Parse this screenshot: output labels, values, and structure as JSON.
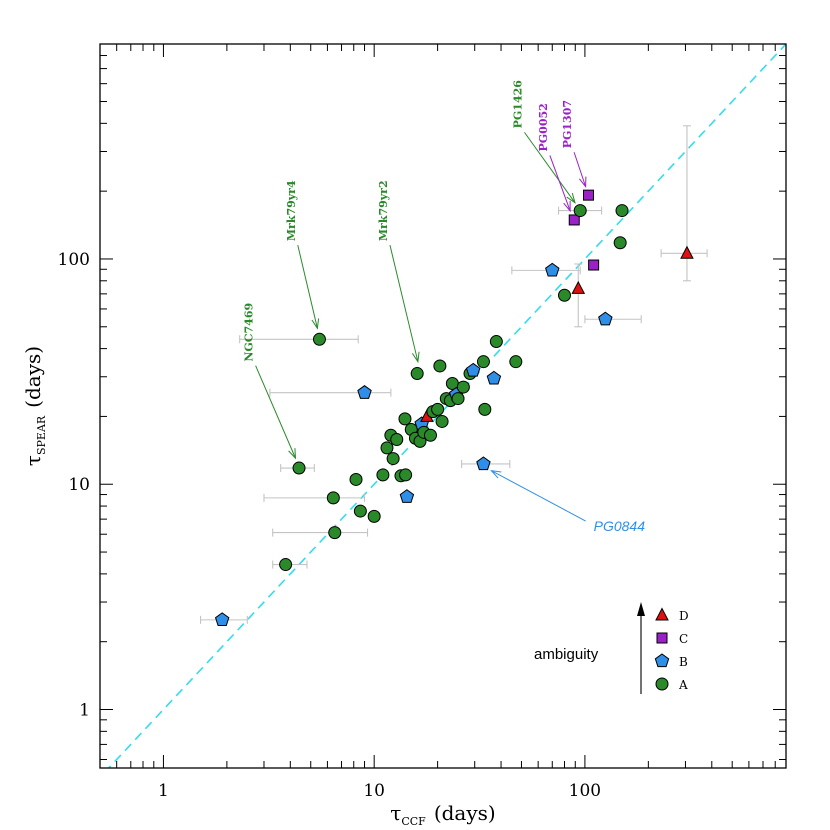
{
  "chart_data": {
    "type": "scatter",
    "log_x": true,
    "log_y": true,
    "xlim": [
      0.5,
      900
    ],
    "ylim": [
      0.55,
      900
    ],
    "x_tick_labels": [
      "1",
      "10",
      "100"
    ],
    "y_tick_labels": [
      "1",
      "10",
      "100"
    ],
    "x_tick_values": [
      1,
      10,
      100
    ],
    "y_tick_values": [
      1,
      10,
      100
    ],
    "xlabel": {
      "symbol": "τ",
      "sub": "CCF",
      "unit": "(days)"
    },
    "ylabel": {
      "symbol": "τ",
      "sub": "SPEAR",
      "unit": "(days)"
    },
    "one_to_one_line": {
      "style": "dashed",
      "color": "#33ddee"
    },
    "colors": {
      "A": "#2a8a2a",
      "B": "#2f8fe8",
      "C": "#9b20c8",
      "D": "#e01010"
    },
    "legend": {
      "title": "ambiguity",
      "placement": "bottom-right",
      "entries": [
        {
          "code": "D",
          "label": "D",
          "marker": "triangle"
        },
        {
          "code": "C",
          "label": "C",
          "marker": "square"
        },
        {
          "code": "B",
          "label": "B",
          "marker": "pentagon"
        },
        {
          "code": "A",
          "label": "A",
          "marker": "circle"
        }
      ]
    },
    "annotations": [
      {
        "text": "PG1426",
        "color": "#2a8a2a",
        "tx": 50,
        "ty": 380,
        "ax": 95,
        "ay": 165
      },
      {
        "text": "PG0052",
        "color": "#9b20c8",
        "tx": 66,
        "ty": 300,
        "ax": 88,
        "ay": 150
      },
      {
        "text": "PG1307",
        "color": "#9b20c8",
        "tx": 86,
        "ty": 310,
        "ax": 104,
        "ay": 192
      },
      {
        "text": "Mrk79yr4",
        "color": "#2a8a2a",
        "tx": 4.2,
        "ty": 120,
        "ax": 5.5,
        "ay": 45
      },
      {
        "text": "Mrk79yr2",
        "color": "#2a8a2a",
        "tx": 11.5,
        "ty": 120,
        "ax": 16.5,
        "ay": 32
      },
      {
        "text": "NGC7469",
        "color": "#2a8a2a",
        "tx": 2.65,
        "ty": 35,
        "ax": 4.4,
        "ay": 12
      },
      {
        "text": "PG0844",
        "color": "#2f8fe8",
        "tx": 110,
        "ty": 6.2,
        "ax": 33,
        "ay": 12
      }
    ],
    "points": [
      {
        "x": 1.9,
        "y": 2.5,
        "cls": "B",
        "xerr": [
          1.5,
          2.5
        ]
      },
      {
        "x": 3.8,
        "y": 4.4,
        "cls": "A",
        "xerr": [
          3.3,
          4.8
        ]
      },
      {
        "x": 4.4,
        "y": 11.8,
        "cls": "A",
        "xerr": [
          3.6,
          5.2
        ]
      },
      {
        "x": 5.5,
        "y": 44,
        "cls": "A",
        "xerr": [
          2.3,
          8.4
        ]
      },
      {
        "x": 6.4,
        "y": 8.7,
        "cls": "A",
        "xerr": [
          3.0,
          9.0
        ]
      },
      {
        "x": 6.5,
        "y": 6.1,
        "cls": "A",
        "xerr": [
          3.3,
          9.3
        ]
      },
      {
        "x": 8.2,
        "y": 10.5,
        "cls": "A"
      },
      {
        "x": 8.6,
        "y": 7.6,
        "cls": "A"
      },
      {
        "x": 9.0,
        "y": 25.5,
        "cls": "B",
        "xerr": [
          3.2,
          12.0
        ]
      },
      {
        "x": 10.0,
        "y": 7.2,
        "cls": "A"
      },
      {
        "x": 11.0,
        "y": 11.0,
        "cls": "A"
      },
      {
        "x": 11.5,
        "y": 14.5,
        "cls": "A"
      },
      {
        "x": 12.0,
        "y": 16.5,
        "cls": "A"
      },
      {
        "x": 12.3,
        "y": 13.0,
        "cls": "A"
      },
      {
        "x": 12.8,
        "y": 15.8,
        "cls": "A"
      },
      {
        "x": 13.4,
        "y": 10.9,
        "cls": "A"
      },
      {
        "x": 14.0,
        "y": 19.5,
        "cls": "A"
      },
      {
        "x": 14.1,
        "y": 11.0,
        "cls": "A"
      },
      {
        "x": 14.3,
        "y": 8.8,
        "cls": "B"
      },
      {
        "x": 15.0,
        "y": 17.5,
        "cls": "A"
      },
      {
        "x": 15.7,
        "y": 16.0,
        "cls": "A"
      },
      {
        "x": 16.0,
        "y": 31.0,
        "cls": "A"
      },
      {
        "x": 16.5,
        "y": 15.5,
        "cls": "A"
      },
      {
        "x": 16.8,
        "y": 18.5,
        "cls": "B"
      },
      {
        "x": 17.2,
        "y": 17.0,
        "cls": "A"
      },
      {
        "x": 17.8,
        "y": 20.0,
        "cls": "D"
      },
      {
        "x": 18.5,
        "y": 16.5,
        "cls": "A"
      },
      {
        "x": 19.0,
        "y": 21.0,
        "cls": "A"
      },
      {
        "x": 20.0,
        "y": 21.5,
        "cls": "A"
      },
      {
        "x": 20.5,
        "y": 33.5,
        "cls": "A"
      },
      {
        "x": 21.0,
        "y": 19.0,
        "cls": "A"
      },
      {
        "x": 22.0,
        "y": 24.0,
        "cls": "A"
      },
      {
        "x": 23.0,
        "y": 23.5,
        "cls": "A"
      },
      {
        "x": 23.5,
        "y": 28.0,
        "cls": "A"
      },
      {
        "x": 24.5,
        "y": 25.0,
        "cls": "B"
      },
      {
        "x": 25.0,
        "y": 24.0,
        "cls": "A"
      },
      {
        "x": 26.5,
        "y": 27.0,
        "cls": "A"
      },
      {
        "x": 28.5,
        "y": 31.0,
        "cls": "A"
      },
      {
        "x": 29.5,
        "y": 32.0,
        "cls": "B"
      },
      {
        "x": 33.0,
        "y": 35.0,
        "cls": "A"
      },
      {
        "x": 33.0,
        "y": 12.3,
        "cls": "B",
        "xerr": [
          26.0,
          44.0
        ]
      },
      {
        "x": 33.5,
        "y": 21.5,
        "cls": "A"
      },
      {
        "x": 37.0,
        "y": 29.5,
        "cls": "B"
      },
      {
        "x": 38.0,
        "y": 43.0,
        "cls": "A"
      },
      {
        "x": 47.0,
        "y": 35.0,
        "cls": "A"
      },
      {
        "x": 70.0,
        "y": 89.0,
        "cls": "B",
        "xerr": [
          45.0,
          95.0
        ]
      },
      {
        "x": 80.0,
        "y": 69.0,
        "cls": "A"
      },
      {
        "x": 93.0,
        "y": 74.0,
        "cls": "D",
        "yerr": [
          50.0,
          95.0
        ]
      },
      {
        "x": 89.0,
        "y": 149.0,
        "cls": "C"
      },
      {
        "x": 95.0,
        "y": 164.0,
        "cls": "A",
        "xerr": [
          75.0,
          120.0
        ]
      },
      {
        "x": 104.0,
        "y": 192.0,
        "cls": "C"
      },
      {
        "x": 110.0,
        "y": 94.0,
        "cls": "C"
      },
      {
        "x": 125.0,
        "y": 54.0,
        "cls": "B",
        "xerr": [
          100.0,
          185.0
        ]
      },
      {
        "x": 147.0,
        "y": 118.0,
        "cls": "A"
      },
      {
        "x": 150.0,
        "y": 164.0,
        "cls": "A"
      },
      {
        "x": 305.0,
        "y": 106.0,
        "cls": "D",
        "xerr": [
          230.0,
          380.0
        ],
        "yerr": [
          80.0,
          390.0
        ]
      }
    ]
  }
}
